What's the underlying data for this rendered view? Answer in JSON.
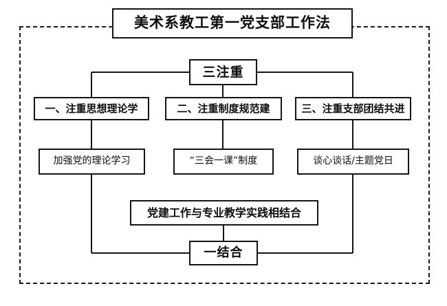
{
  "diagram": {
    "title": "美术系教工第一党支部工作法",
    "frame": {
      "style": "dashed",
      "color": "#1a1a1a"
    },
    "nodes": {
      "title": "美术系教工第一党支部工作法",
      "three_focus": "三注重",
      "focus_1": "一、注重思想理论学",
      "focus_2": "二、注重制度规范建",
      "focus_3": "三、注重支部团结共进",
      "measure_1": "加强党的理论学习",
      "measure_2": "“三会一课”制度",
      "measure_3": "谈心谈话/主题党日",
      "integration_detail": "党建工作与专业教学实践相结合",
      "one_combine": "一结合"
    }
  }
}
